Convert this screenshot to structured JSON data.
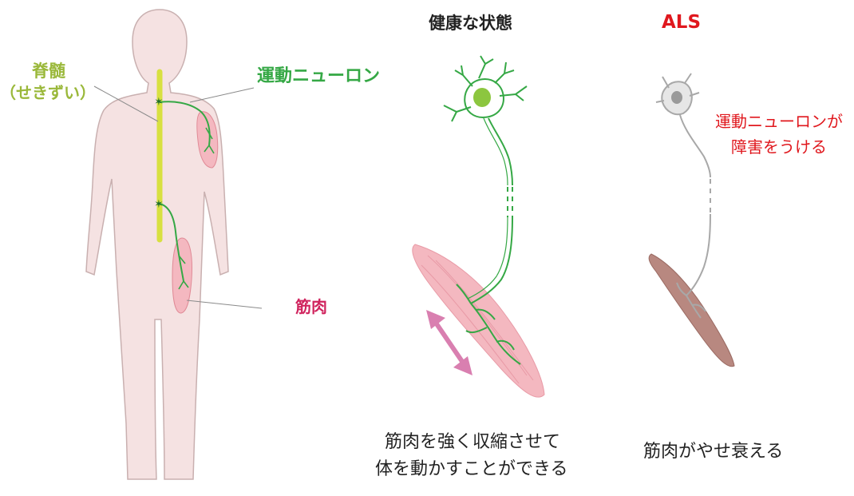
{
  "labels": {
    "spinal_cord": "脊髄",
    "spinal_cord_reading": "（せきずい）",
    "motor_neuron": "運動ニューロン",
    "muscle": "筋肉",
    "healthy_title": "健康な状態",
    "als_title": "ALS",
    "als_neuron_line1": "運動ニューロンが",
    "als_neuron_line2": "障害をうける",
    "healthy_caption_line1": "筋肉を強く収縮させて",
    "healthy_caption_line2": "体を動かすことができる",
    "als_caption": "筋肉がやせ衰える"
  },
  "colors": {
    "body_fill": "#f5e2e2",
    "body_stroke": "#c9b0b0",
    "spinal_cord": "#d8e040",
    "spinal_label": "#9ab83a",
    "neuron_green": "#35a845",
    "neuron_gray": "#a8a8a8",
    "muscle_pink": "#f4b8c0",
    "muscle_atrophy": "#b88880",
    "muscle_label": "#d0245e",
    "als_red": "#e0181e",
    "arrow": "#d97fb0",
    "leader_line": "#8a8a8a",
    "text_dark": "#222222"
  }
}
